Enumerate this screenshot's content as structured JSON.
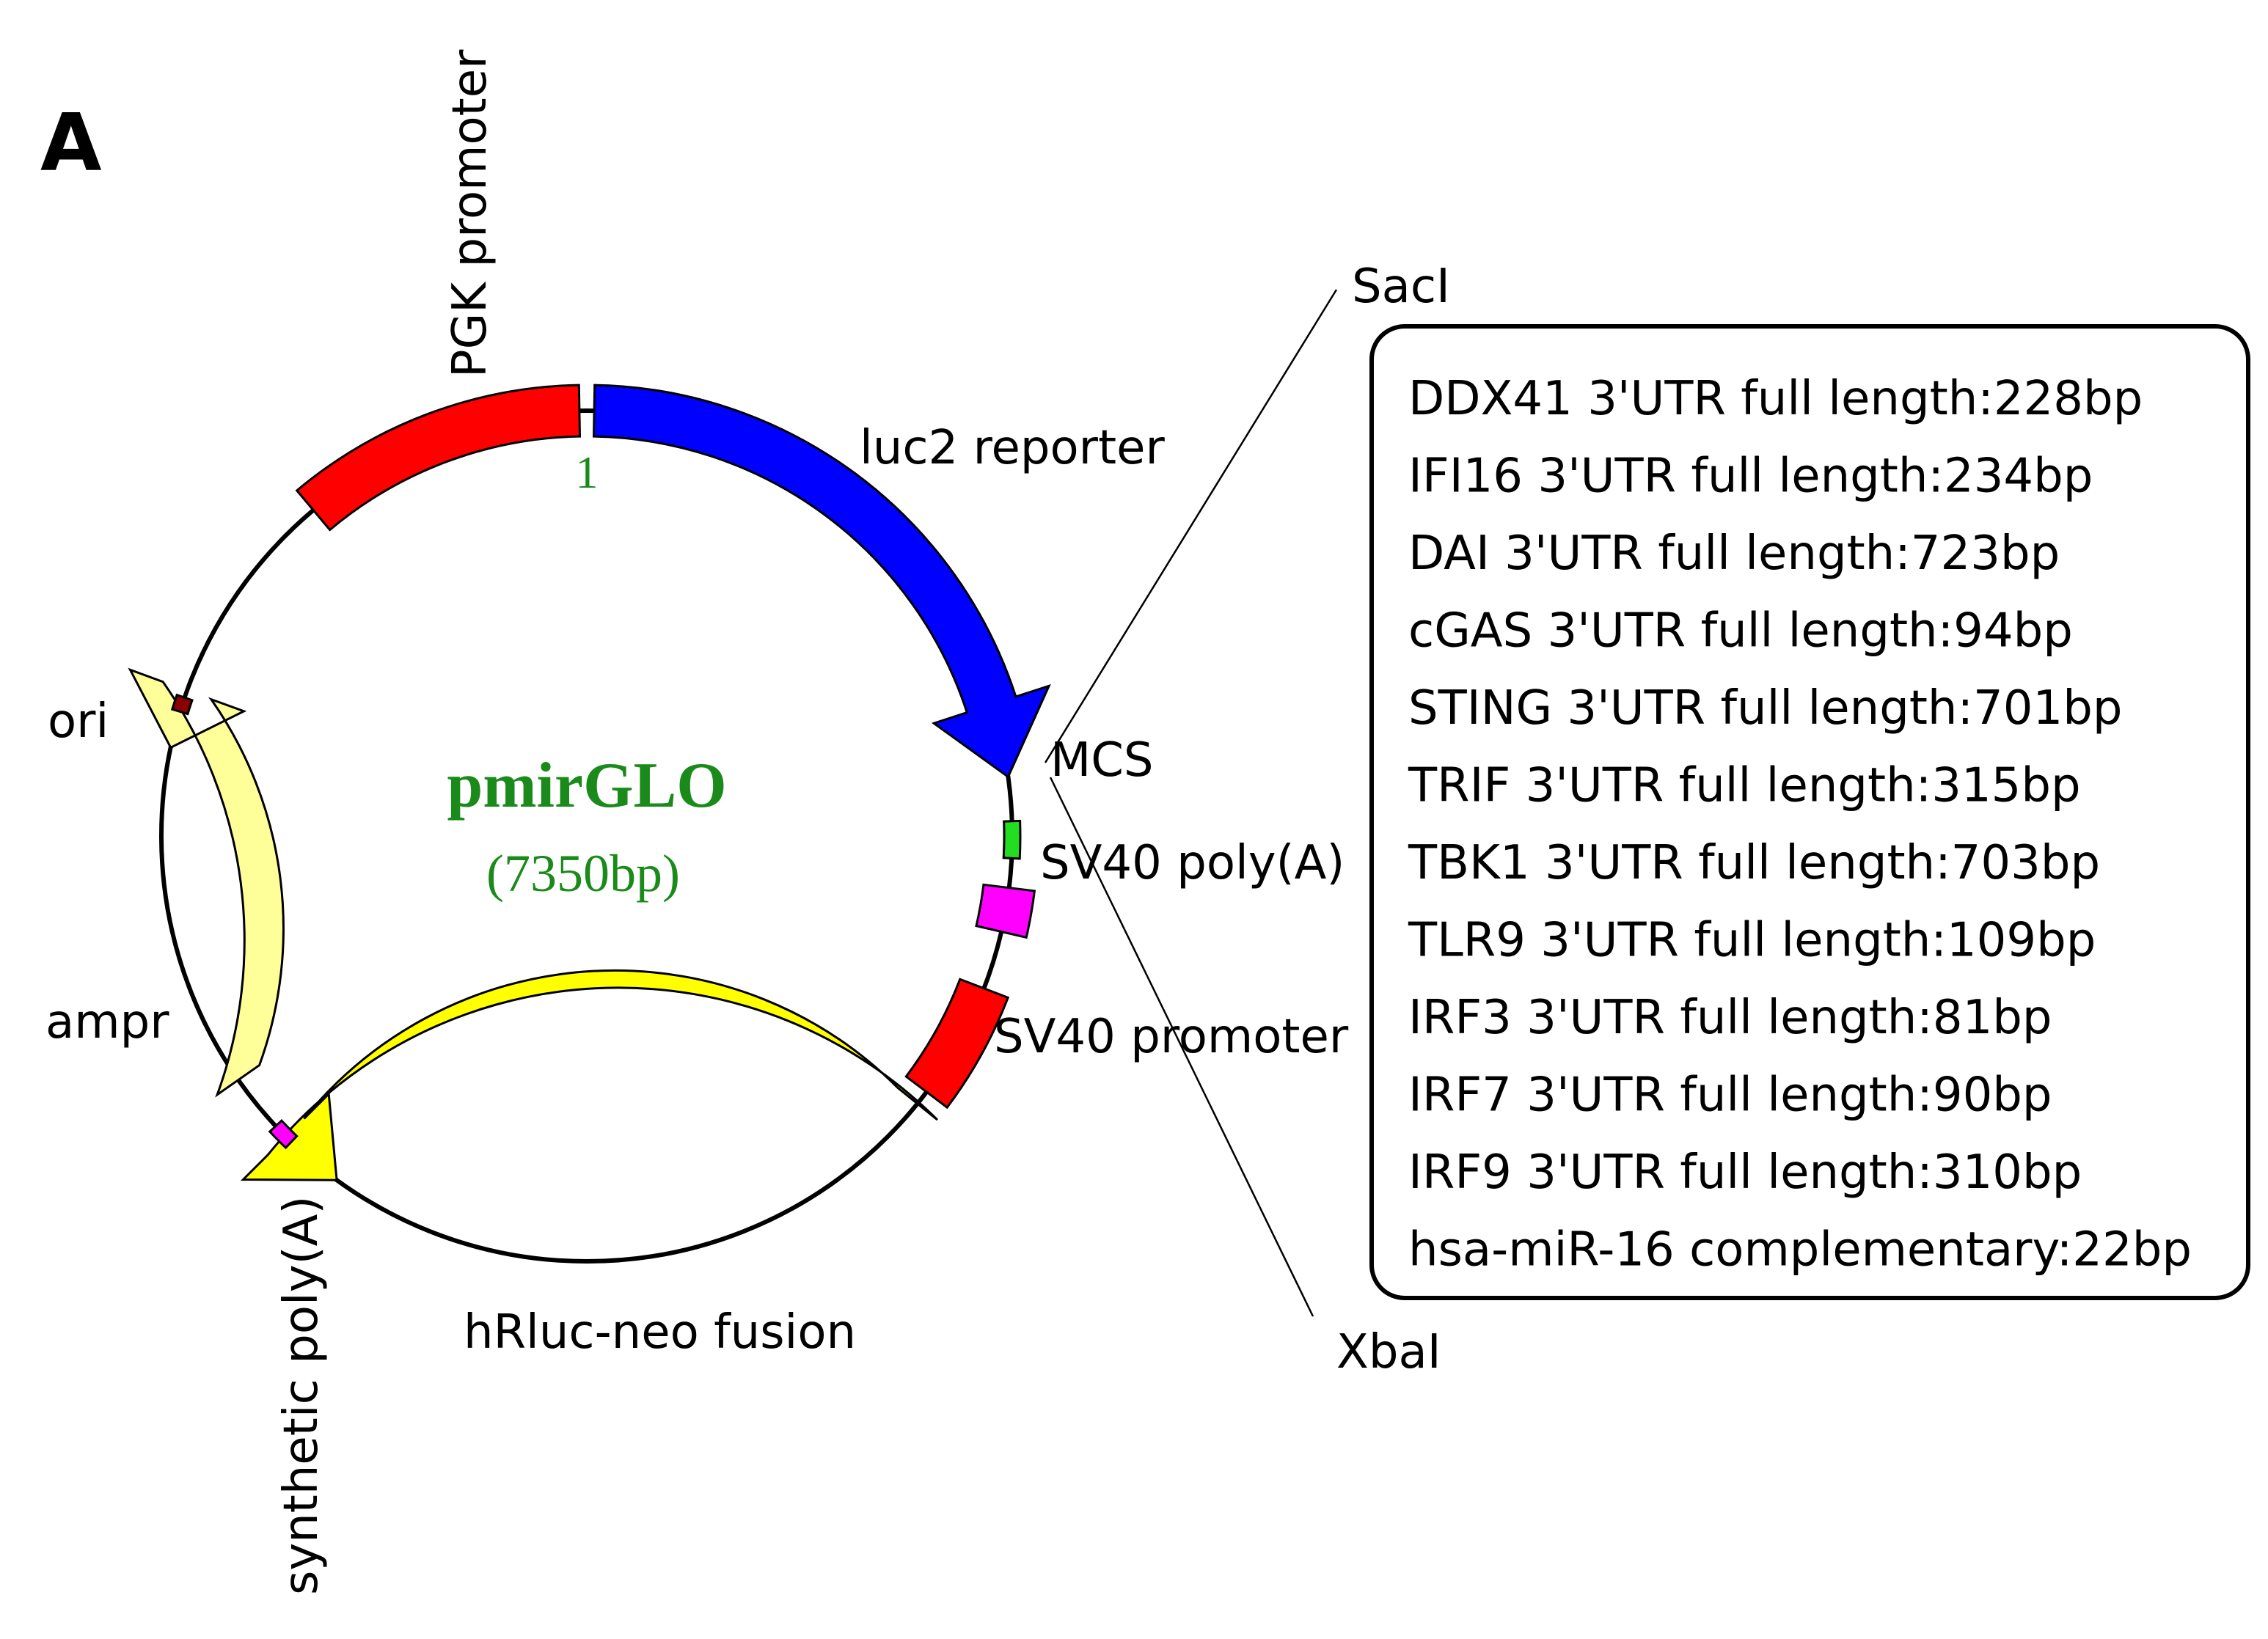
{
  "panel_label": "A",
  "plasmid": {
    "name": "pmirGLO",
    "size": "(7350bp)",
    "origin_marker": "1"
  },
  "features": [
    {
      "id": "pgk",
      "label": "PGK promoter",
      "color": "#ff0000"
    },
    {
      "id": "luc2",
      "label": "luc2 reporter",
      "color": "#0000ff"
    },
    {
      "id": "mcs",
      "label": "MCS",
      "color": "#22dd22"
    },
    {
      "id": "sv40pa",
      "label": "SV40 poly(A)",
      "color": "#ff00ff"
    },
    {
      "id": "sv40p",
      "label": "SV40 promoter",
      "color": "#ff0000"
    },
    {
      "id": "hrluc",
      "label": "hRluc-neo fusion",
      "color": "#ffff00"
    },
    {
      "id": "synpa",
      "label": "synthetic poly(A)",
      "color": "#ff00ff"
    },
    {
      "id": "ampr",
      "label": "ampr",
      "color": "#ffff99"
    },
    {
      "id": "ori",
      "label": "ori",
      "color": "#8b0000"
    }
  ],
  "sites": {
    "top": "SacI",
    "bottom": "XbaI"
  },
  "inserts": [
    "DDX41 3'UTR full length:228bp",
    "IFI16 3'UTR full length:234bp",
    "DAI 3'UTR full length:723bp",
    "cGAS 3'UTR full length:94bp",
    "STING 3'UTR full length:701bp",
    "TRIF 3'UTR full length:315bp",
    "TBK1 3'UTR full length:703bp",
    "TLR9 3'UTR full length:109bp",
    "IRF3 3'UTR full length:81bp",
    "IRF7 3'UTR full length:90bp",
    "IRF9 3'UTR full length:310bp",
    "hsa-miR-16 complementary:22bp"
  ],
  "colors": {
    "name": "#1a8a1a",
    "backbone": "#000000"
  }
}
